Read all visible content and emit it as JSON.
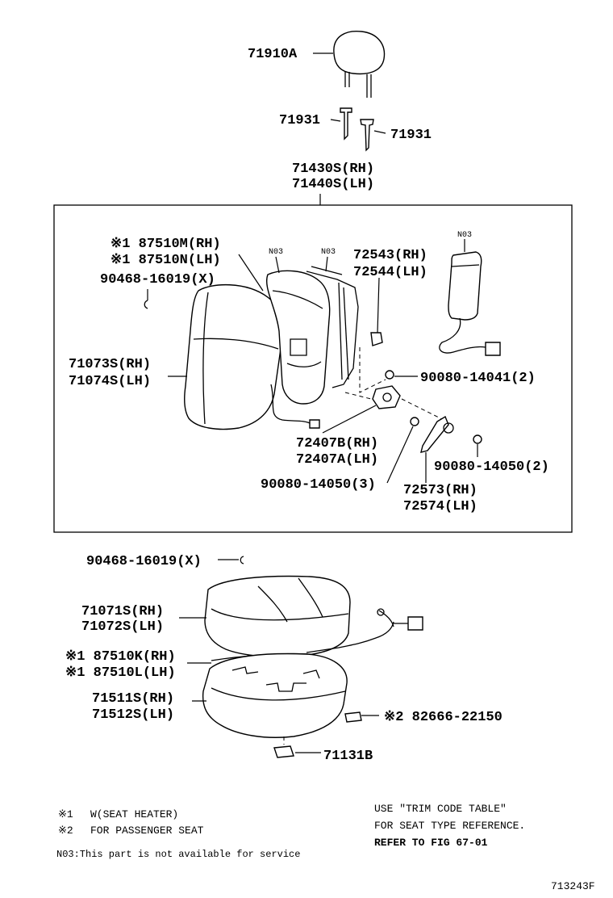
{
  "labels": {
    "headrest": "71910A",
    "guide_left": "71931",
    "guide_right": "71931",
    "back_assy_rh": "71430S(RH)",
    "back_assy_lh": "71440S(LH)",
    "back_heater_rh": "※1 87510M(RH)",
    "back_heater_lh": "※1 87510N(LH)",
    "hog_ring_upper": "90468-16019(X)",
    "back_cover_rh": "71073S(RH)",
    "back_cover_lh": "71074S(LH)",
    "recliner_cover_rh": "72543(RH)",
    "recliner_cover_lh": "72544(LH)",
    "bolt_2": "90080-14041(2)",
    "adjuster_rh": "72407B(RH)",
    "adjuster_lh": "72407A(LH)",
    "bolt_3": "90080-14050(3)",
    "bolt_2b": "90080-14050(2)",
    "lever_rh": "72573(RH)",
    "lever_lh": "72574(LH)",
    "n03_a": "N03",
    "n03_b": "N03",
    "n03_c": "N03",
    "hog_ring_lower": "90468-16019(X)",
    "cushion_cover_rh": "71071S(RH)",
    "cushion_cover_lh": "71072S(LH)",
    "cushion_heater_rh": "※1 87510K(RH)",
    "cushion_heater_lh": "※1 87510L(LH)",
    "cushion_pad_rh": "71511S(RH)",
    "cushion_pad_lh": "71512S(LH)",
    "clip": "※2 82666-22150",
    "shield": "71131B"
  },
  "notes": {
    "note1_mark": "※1",
    "note1_text": "W(SEAT HEATER)",
    "note2_mark": "※2",
    "note2_text": "FOR PASSENGER SEAT",
    "n03_text": "N03:This part is not available for service",
    "ref_line1": "USE \"TRIM CODE TABLE\"",
    "ref_line2": "FOR SEAT TYPE REFERENCE.",
    "ref_line3": "REFER TO FIG 67-01"
  },
  "figure_id": "713243F"
}
